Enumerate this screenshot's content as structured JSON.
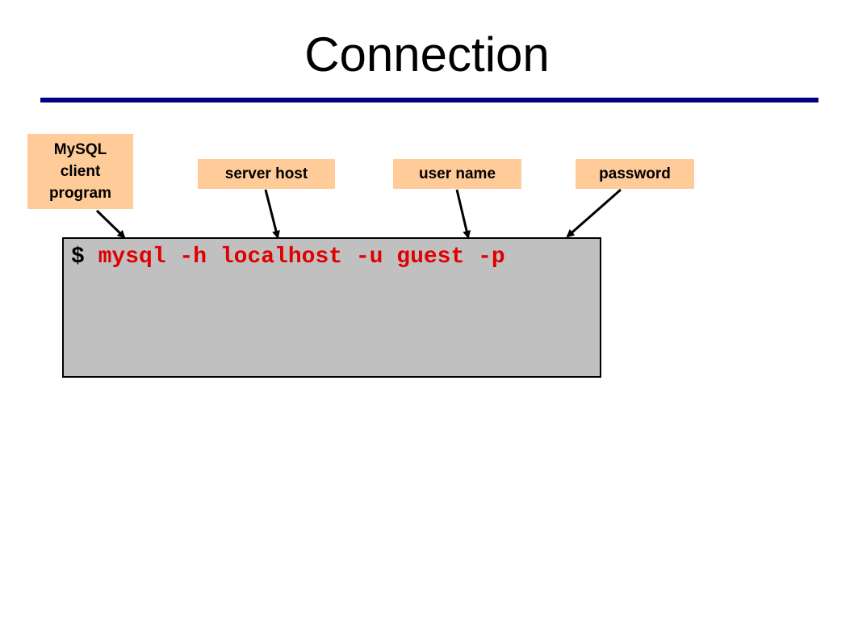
{
  "slide": {
    "title": "Connection"
  },
  "colors": {
    "rule": "#000080",
    "callout_bg": "#ffcc99",
    "terminal_bg": "#c0c0c0",
    "command_text": "#e00000",
    "prompt_text": "#000000"
  },
  "callouts": {
    "client_program": [
      "MySQL",
      "client",
      "program"
    ],
    "server_host": "server host",
    "user_name": "user name",
    "password": "password"
  },
  "terminal": {
    "prompt": "$ ",
    "command": "mysql -h localhost -u guest -p"
  }
}
